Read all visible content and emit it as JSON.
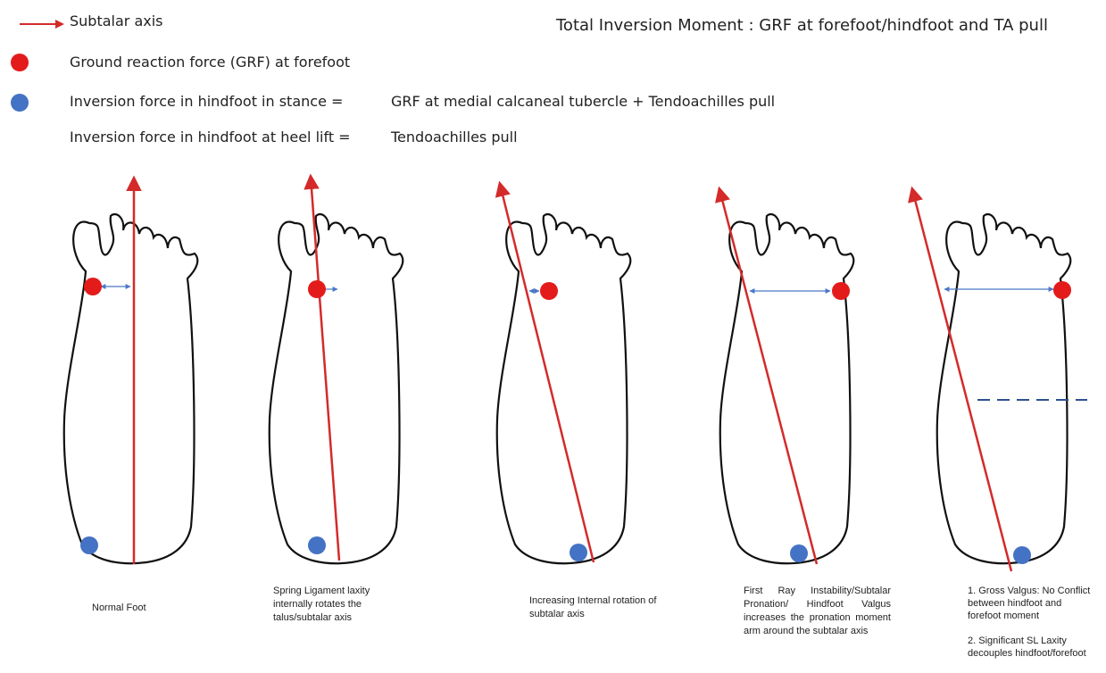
{
  "legend": {
    "axis_label": "Subtalar axis",
    "grf_label": "Ground reaction force (GRF) at forefoot",
    "stance_label": "Inversion force in hindfoot in stance   =",
    "stance_value": "GRF at medial calcaneal tubercle + Tendoachilles pull",
    "heel_lift_label": "Inversion force in hindfoot at heel lift =",
    "heel_lift_value": "Tendoachilles pull"
  },
  "title": "Total Inversion Moment : GRF at forefoot/hindfoot and TA pull",
  "colors": {
    "axis_red": "#d42a2a",
    "grf_red": "#e41b1b",
    "hindfoot_blue": "#4472c4",
    "moment_arm_blue": "#4a77c8",
    "outline": "#111111"
  },
  "panels": [
    {
      "caption": "Normal Foot"
    },
    {
      "caption": "Spring Ligament laxity\ninternally rotates the\ntalus/subtalar axis"
    },
    {
      "caption": "Increasing Internal rotation of\nsubtalar axis"
    },
    {
      "caption": "First Ray Instability/Subtalar Pronation/ Hindfoot Valgus increases the pronation moment arm around the subtalar axis"
    },
    {
      "caption": "1. Gross Valgus: No Conflict\nbetween hindfoot and\nforefoot moment\n\n2. Significant SL Laxity\ndecouples hindfoot/forefoot"
    }
  ]
}
